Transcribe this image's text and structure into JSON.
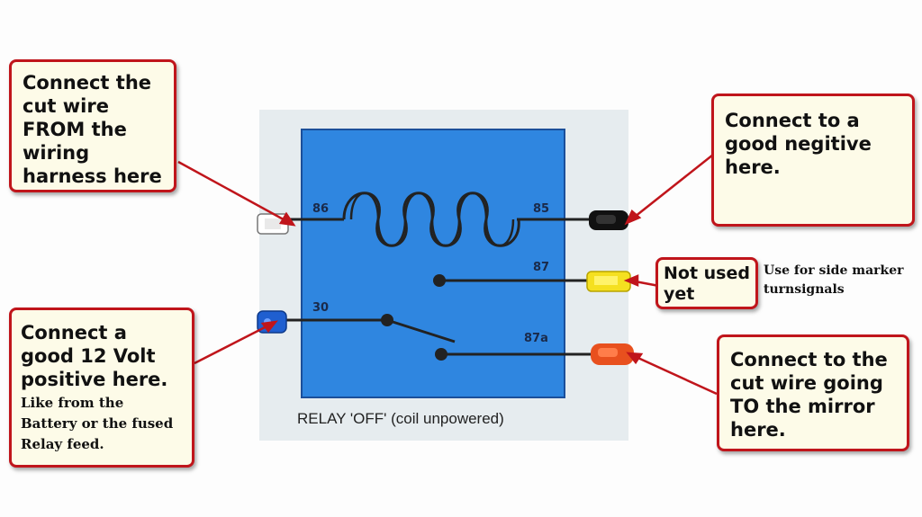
{
  "relay": {
    "caption": "RELAY 'OFF' (coil unpowered)",
    "pins": {
      "p86": "86",
      "p85": "85",
      "p87": "87",
      "p30": "30",
      "p87a": "87a"
    }
  },
  "callouts": {
    "harness": {
      "lines": [
        "Connect the",
        "cut wire",
        "FROM the",
        "wiring",
        "harness here"
      ]
    },
    "negative": {
      "lines": [
        "Connect to a",
        "good negitive",
        "here."
      ]
    },
    "not_used": {
      "lines": [
        "Not used",
        "yet"
      ]
    },
    "side_marker": {
      "lines": [
        "Use for side marker",
        "turnsignals"
      ]
    },
    "positive": {
      "lines": [
        "Connect a",
        "good 12 Volt",
        "positive here."
      ],
      "note_lines": [
        "Like from the",
        "Battery or the fused",
        "Relay feed."
      ]
    },
    "mirror": {
      "lines": [
        "Connect to the",
        "cut wire going",
        "TO the mirror",
        "here."
      ]
    }
  },
  "colors": {
    "relay_body": "#2f86e0",
    "panel": "#e6ecef",
    "callout_border": "#c0151b",
    "callout_fill": "#fdfbe8",
    "wire": "#222222",
    "connector_86": "#ffffff",
    "connector_85": "#111111",
    "connector_87": "#f5e020",
    "connector_30": "#1f5fd0",
    "connector_87a": "#e8501e"
  }
}
